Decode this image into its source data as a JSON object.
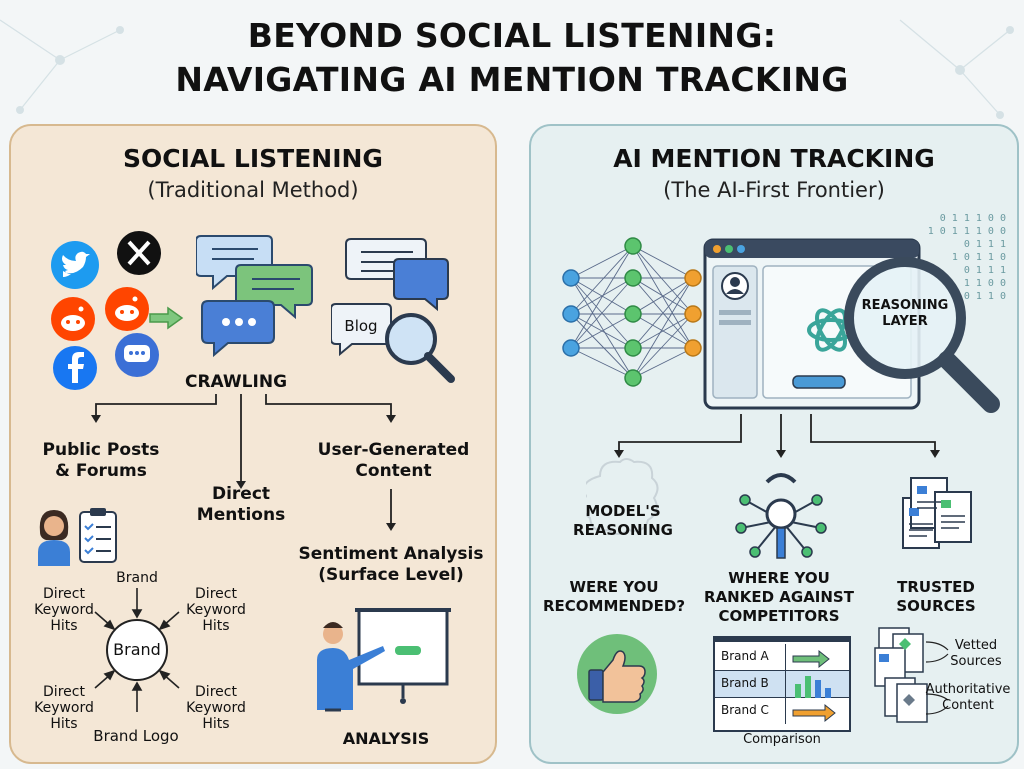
{
  "title": {
    "line1": "BEYOND SOCIAL LISTENING:",
    "line2": "NAVIGATING AI MENTION TRACKING"
  },
  "left": {
    "heading": "SOCIAL LISTENING",
    "subheading": "(Traditional Method)",
    "blog_label": "Blog",
    "crawling": "CRAWLING",
    "public_posts_1": "Public Posts",
    "public_posts_2": "& Forums",
    "direct_mentions_1": "Direct",
    "direct_mentions_2": "Mentions",
    "ugc_1": "User-Generated",
    "ugc_2": "Content",
    "sentiment_1": "Sentiment Analysis",
    "sentiment_2": "(Surface Level)",
    "analysis": "ANALYSIS",
    "wheel": {
      "center": "Brand",
      "top": "Brand",
      "bottom": "Brand Logo",
      "top_left": [
        "Direct",
        "Keyword",
        "Hits"
      ],
      "top_right": [
        "Direct",
        "Keyword",
        "Hits"
      ],
      "bottom_left": [
        "Direct",
        "Keyword",
        "Hits"
      ],
      "bottom_right": [
        "Direct",
        "Keyword",
        "Hits"
      ]
    },
    "social_icons": [
      "twitter-icon",
      "x-icon",
      "reddit-icon",
      "reddit-icon",
      "facebook-icon",
      "chat-icon"
    ]
  },
  "right": {
    "heading": "AI MENTION TRACKING",
    "subheading": "(The AI-First Frontier)",
    "reasoning_layer_1": "REASONING",
    "reasoning_layer_2": "LAYER",
    "binary": [
      "0 1 1 1 0 0",
      "1 0 1 1 1 0 0",
      "0 1 1 1",
      "1 0 1 1 0",
      "0 1 1 1",
      "1 1 0 0",
      "0 1 1 0"
    ],
    "model_reasoning_1": "MODEL'S",
    "model_reasoning_2": "REASONING",
    "recommended_1": "WERE YOU",
    "recommended_2": "RECOMMENDED?",
    "ranked_1": "WHERE YOU",
    "ranked_2": "RANKED AGAINST",
    "ranked_3": "COMPETITORS",
    "trusted_1": "TRUSTED",
    "trusted_2": "SOURCES",
    "brands": [
      "Brand A",
      "Brand B",
      "Brand C"
    ],
    "comparison": "Comparison",
    "vetted_1": "Vetted",
    "vetted_2": "Sources",
    "authoritative_1": "Authoritative",
    "authoritative_2": "Content"
  },
  "colors": {
    "left_panel": "#f4e7d6",
    "right_panel": "#e6f0f1",
    "twitter": "#1d9bf0",
    "reddit": "#ff4500",
    "facebook": "#1877f2",
    "chat": "#3b6fd6",
    "accent_green": "#4bbf73",
    "accent_orange": "#f0a030"
  }
}
